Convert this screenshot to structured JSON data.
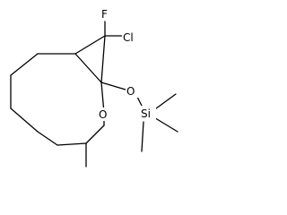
{
  "structure": {
    "atoms": {
      "fluorine": "F",
      "chlorine": "Cl",
      "ether_oxygen": "O",
      "ring_oxygen": "O",
      "silicon": "Si"
    }
  },
  "colors": {
    "bond": "#000000",
    "background": "#ffffff"
  }
}
